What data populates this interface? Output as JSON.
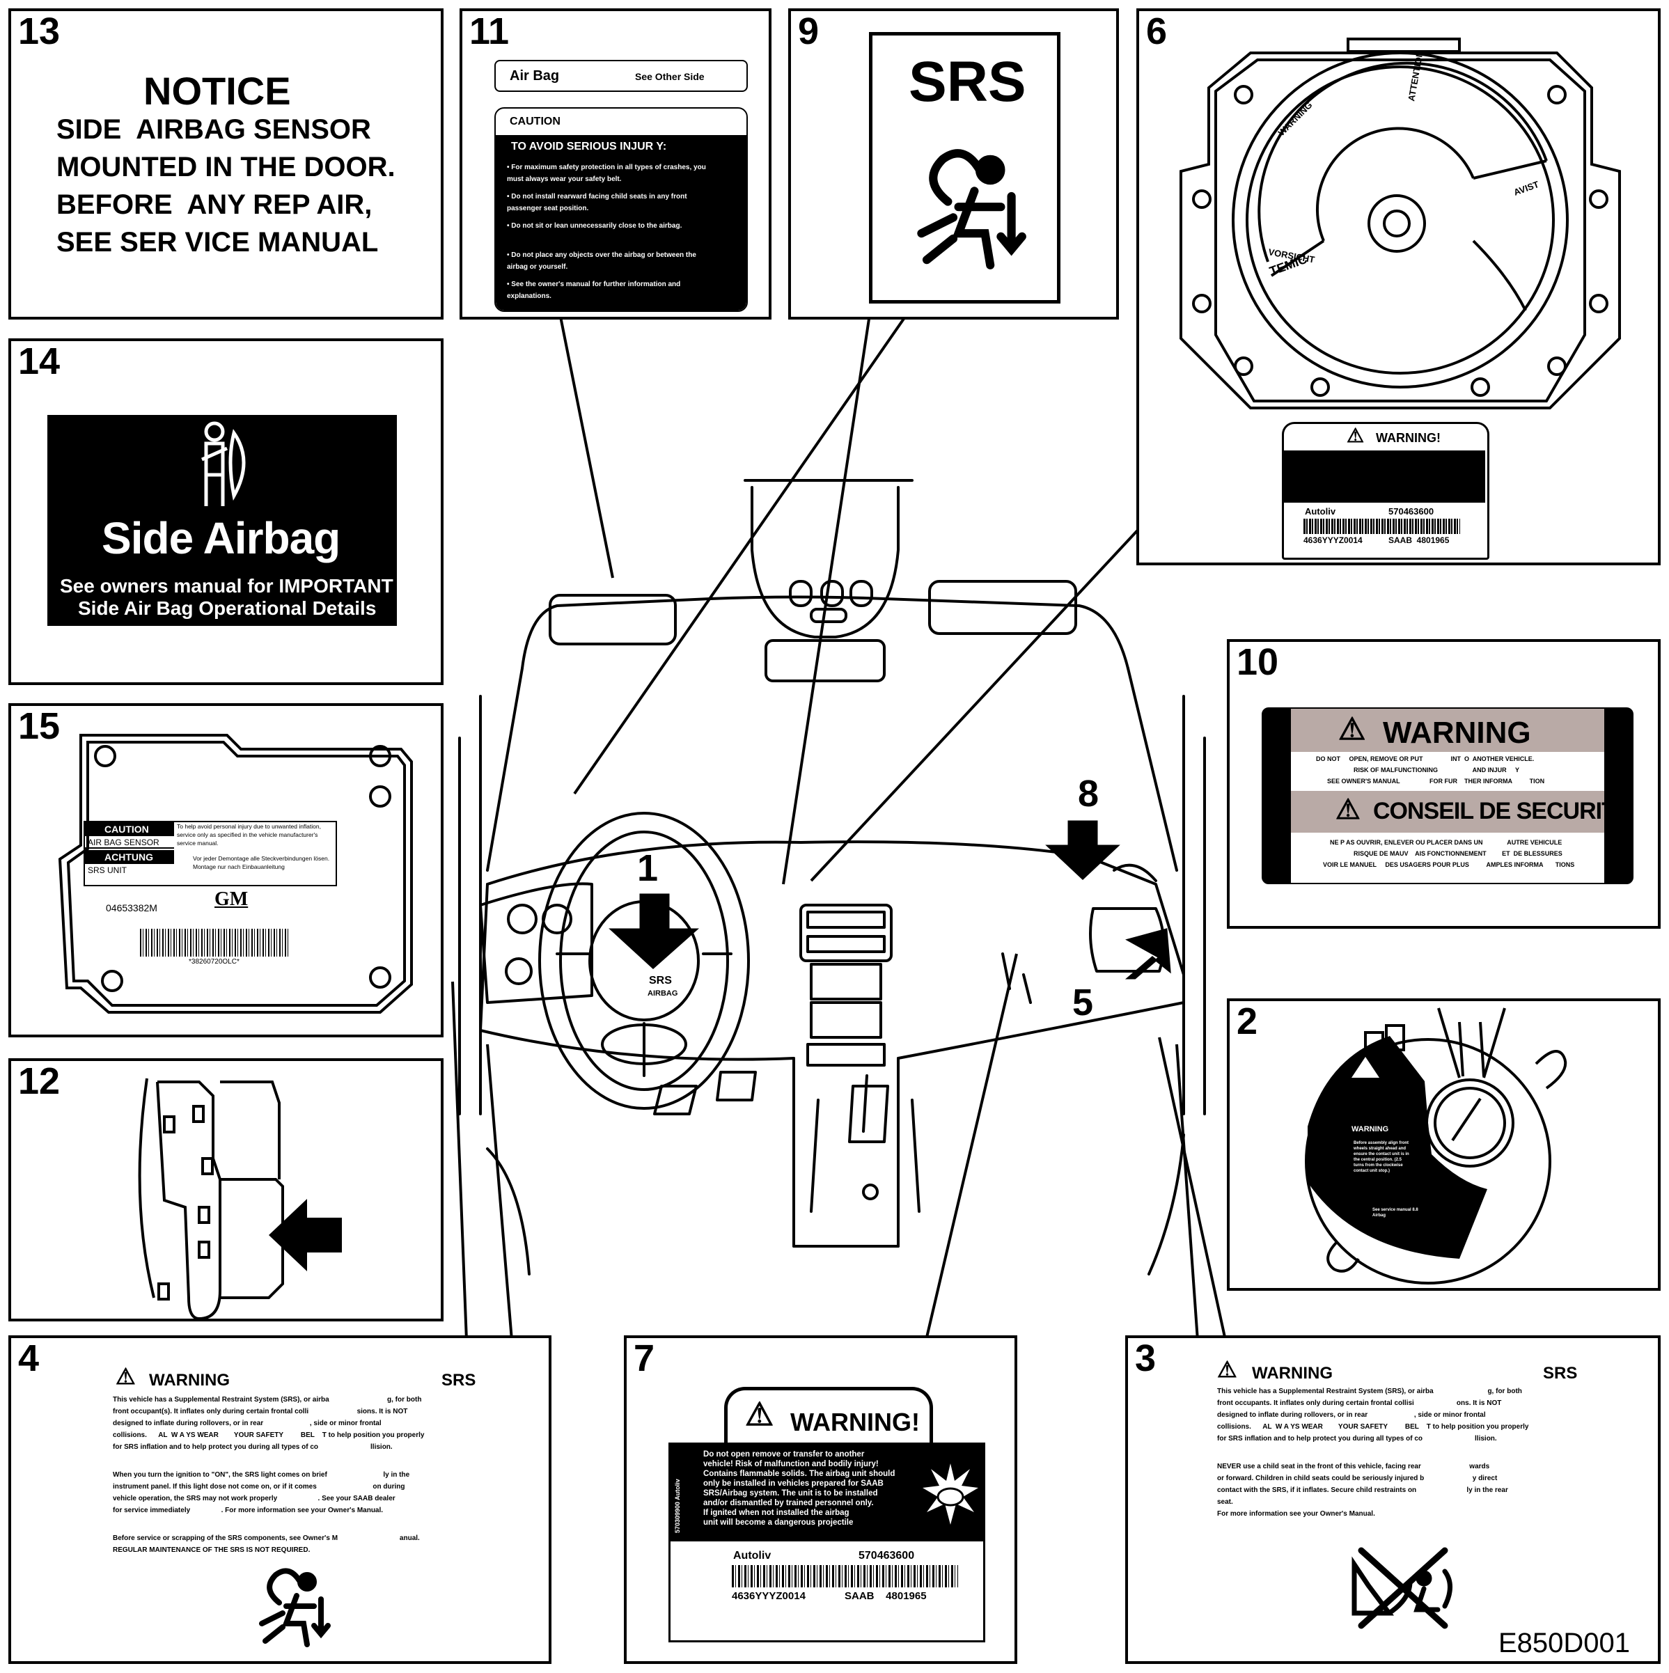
{
  "code": "E850D001",
  "callouts": {
    "c1": "1",
    "c5": "5",
    "c8": "8",
    "srs": "SRS",
    "airbag": "AIRBAG"
  },
  "p13": {
    "num": "13",
    "title": "NOTICE",
    "lines": [
      "SIDE  AIRBAG SENSOR",
      "MOUNTED IN THE DOOR.",
      "BEFORE  ANY REP AIR,",
      "SEE SER VICE MANUAL"
    ]
  },
  "p14": {
    "num": "14",
    "title": "Side Airbag",
    "line1": "See owners manual for IMPORTANT",
    "line2": "Side Air Bag Operational Details"
  },
  "p15": {
    "num": "15",
    "caution": "CAUTION",
    "sensor": "AIR BAG SENSOR",
    "achtung": "ACHTUNG",
    "unit": "SRS UNIT",
    "text_en": "To help avoid personal injury due to unwanted inflation, service only as specified in the vehicle manufacturer's service manual.",
    "text_de": "Vor jeder Demontage alle Steckverbindungen lösen. Montage nur nach Einbauanleitung",
    "part": "04653382M",
    "brand": "GM",
    "barcode": "*38260720OLC*"
  },
  "p12": {
    "num": "12"
  },
  "p11": {
    "num": "11",
    "airbag": "Air Bag",
    "other_side": "See Other Side",
    "caution": "CAUTION",
    "heading": "TO AVOID SERIOUS INJUR Y:",
    "bullets": [
      "For maximum safety protection in all types of crashes, you must always wear your safety belt.",
      "Do not install rearward facing child seats in any front passenger seat position.",
      "Do not sit or lean unnecessarily close to the airbag.",
      "Do not place any objects over the airbag or between the airbag or yourself.",
      "See the owner's manual for further information and explanations."
    ]
  },
  "p9": {
    "num": "9",
    "label": "SRS"
  },
  "p6": {
    "num": "6",
    "warning": "WARNING!",
    "brand": "Autoliv",
    "pn": "570463600",
    "code": "4636YYYZ0014",
    "saab": "SAAB  4801965",
    "labels": [
      "WARNING",
      "ATTENTION",
      "AVIST",
      "VORSICHT",
      "TEMIC"
    ]
  },
  "p10": {
    "num": "10",
    "warning": "WARNING",
    "en_lines": [
      "DO NOT     OPEN, REMOVE OR PUT                INT  O  ANOTHER VEHICLE.",
      "RISK OF MALFUNCTIONING                    AND INJUR     Y",
      "SEE OWNER'S MANUAL                 FOR FUR    THER INFORMA          TION"
    ],
    "fr_title": "CONSEIL DE SECURITE",
    "fr_lines": [
      "NE P AS OUVRIR, ENLEVER OU PLACER DANS UN              AUTRE VEHICULE",
      "RISQUE DE MAUV    AIS FONCTIONNEMENT         ET  DE BLESSURES",
      "VOIR LE MANUEL     DES USAGERS POUR PLUS          AMPLES INFORMA       TIONS"
    ]
  },
  "p2": {
    "num": "2",
    "warning": "WARNING",
    "text": "Before assembly align front wheels straight ahead and ensure the contact unit is in the central position. (2.5 turns from the clockwise contact unit stop.)",
    "see": "See service manual   8.8  Airbag"
  },
  "p4": {
    "num": "4",
    "warning": "WARNING",
    "srs": "SRS",
    "lines": [
      "This vehicle has a Supplemental Restraint System (SRS), or airba                              g, for both",
      "front occupant(s). It inflates only during certain frontal colli                         sions. It is NOT",
      "designed to inflate during rollovers, or in rear                        , side or minor frontal",
      "collisions.      AL  W A YS WEAR        YOUR SAFETY         BEL    T to help position you properly",
      "for SRS inflation and to help protect you during all types of co                           llision.",
      "",
      "When you turn the ignition to \"ON\", the SRS light comes on brief                             ly in the",
      "instrument panel. If this light dose not come on, or if it comes                             on during",
      "vehicle operation, the SRS may not work properly                     . See your SAAB dealer",
      "for service immediately                . For more information see your Owner's Manual.",
      "",
      "Before service or scrapping of the SRS components, see Owner's M                                anual.",
      "REGULAR MAINTENANCE OF THE SRS IS NOT REQUIRED."
    ]
  },
  "p7": {
    "num": "7",
    "warning": "WARNING!",
    "side": "570309900  Autoliv",
    "text": [
      "Do not open remove or transfer to another",
      "vehicle! Risk of malfunction and bodily injury!",
      "Contains flammable solids. The airbag unit should",
      "only be installed in vehicles prepared for SAAB",
      "SRS/Airbag system. The unit is to be installed",
      "and/or dismantled by trained personnel only.",
      "If ignited when not installed the airbag",
      "unit will become a dangerous projectile"
    ],
    "brand": "Autoliv",
    "pn": "570463600",
    "code": "4636YYYZ0014",
    "saab": "SAAB    4801965"
  },
  "p3": {
    "num": "3",
    "warning": "WARNING",
    "srs": "SRS",
    "lines": [
      "This vehicle has a Supplemental Restraint System (SRS), or airba                            g, for both",
      "front occupants. It inflates only during certain frontal collisi                      ons. It is NOT",
      "designed to inflate during rollovers, or in rear                        , side or minor frontal",
      "collisions.      AL  W A YS WEAR        YOUR SAFETY         BEL    T to help position you properly",
      "for SRS inflation and to help protect you during all types of co                           llision.",
      "",
      "NEVER use a child seat in the front of this vehicle, facing rear                         wards",
      "or forward. Children in child seats could be seriously injured b                         y direct",
      "contact with the SRS, if it inflates. Secure child restraints on                          ly in the rear",
      "seat.",
      "For more information see your Owner's Manual."
    ]
  }
}
